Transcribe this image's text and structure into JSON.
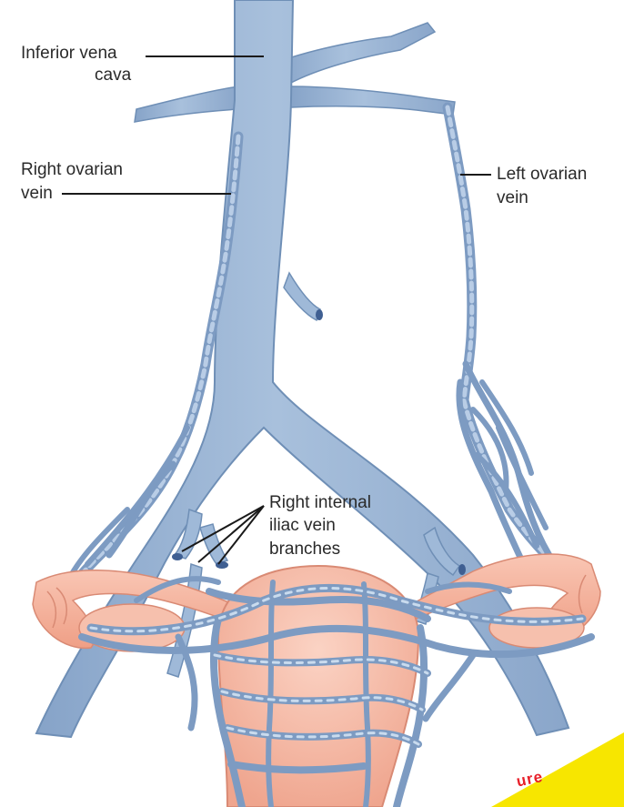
{
  "labels": {
    "ivc_line1": "Inferior vena",
    "ivc_line2": "cava",
    "right_ovarian_line1": "Right ovarian",
    "right_ovarian_line2": "vein",
    "left_ovarian_line1": "Left ovarian",
    "left_ovarian_line2": "vein",
    "iliac_line1": "Right internal",
    "iliac_line2": "iliac vein",
    "iliac_line3": "branches"
  },
  "watermark": {
    "text": "ure"
  },
  "colors": {
    "vein_fill": "#9fb9d8",
    "vein_stroke": "#6f8fb6",
    "vein_highlight": "#c4d6ea",
    "organ_fill": "#f5b8a4",
    "organ_stroke": "#d98a74",
    "leader_line": "#1a1a1a",
    "watermark_yellow": "#f7e600",
    "watermark_text": "#e8202a"
  }
}
